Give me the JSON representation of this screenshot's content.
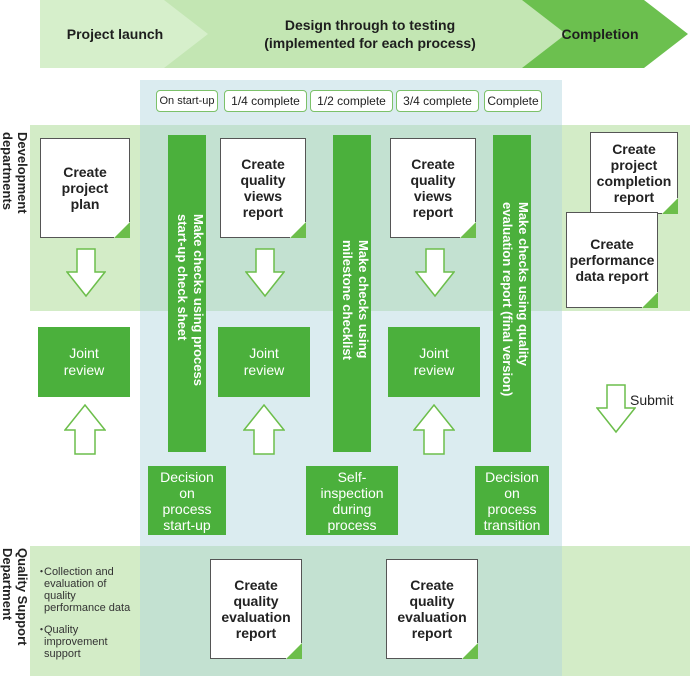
{
  "phases": {
    "launch": "Project launch",
    "design": "Design through to testing\n(implemented for each process)",
    "completion": "Completion"
  },
  "milestones": [
    "On start-up",
    "1/4 complete",
    "1/2 complete",
    "3/4 complete",
    "Complete"
  ],
  "bands": {
    "development": "Development\ndepartments",
    "quality": "Quality Support\nDepartment"
  },
  "documents": {
    "project_plan": "Create\nproject\nplan",
    "quality_views_1": "Create\nquality\nviews\nreport",
    "quality_views_2": "Create\nquality\nviews\nreport",
    "completion_report": "Create\nproject\ncompletion\nreport",
    "performance_report": "Create\nperformance\ndata report",
    "quality_eval_1": "Create\nquality\nevaluation\nreport",
    "quality_eval_2": "Create\nquality\nevaluation\nreport"
  },
  "checks": {
    "startup": "Make checks using process\nstart-up check sheet",
    "milestone": "Make checks using\nmilestone checklist",
    "final": "Make checks using quality\nevaluation report (final version)"
  },
  "joint_review": "Joint\nreview",
  "decisions": {
    "startup": "Decision\non\nprocess\nstart-up",
    "inspection": "Self-\ninspection\nduring\nprocess",
    "transition": "Decision\non\nprocess\ntransition"
  },
  "submit": "Submit",
  "quality_support_items": [
    "Collection and\nevaluation of\nquality\nperformance data",
    "Quality\nimprovement\nsupport"
  ],
  "colors": {
    "dark_green": "#4bb03c",
    "light_green": "#d3ecc7",
    "phase_green": "#c7e6b8",
    "light_blue": "#ddecef"
  }
}
